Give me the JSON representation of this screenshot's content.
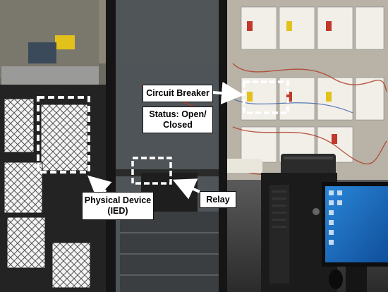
{
  "callouts": {
    "circuit_breaker": "Circuit Breaker",
    "status_line1": "Status: Open/",
    "status_line2": "Closed",
    "physical_device_line1": "Physical Device",
    "physical_device_line2": "(IED)",
    "relay": "Relay"
  },
  "colors": {
    "callout_fill": "#ffffff",
    "callout_border": "#111111",
    "highlight_dash": "#ffffff",
    "redaction_pattern": "#555555",
    "monitor_screen": "#1f74c8"
  }
}
